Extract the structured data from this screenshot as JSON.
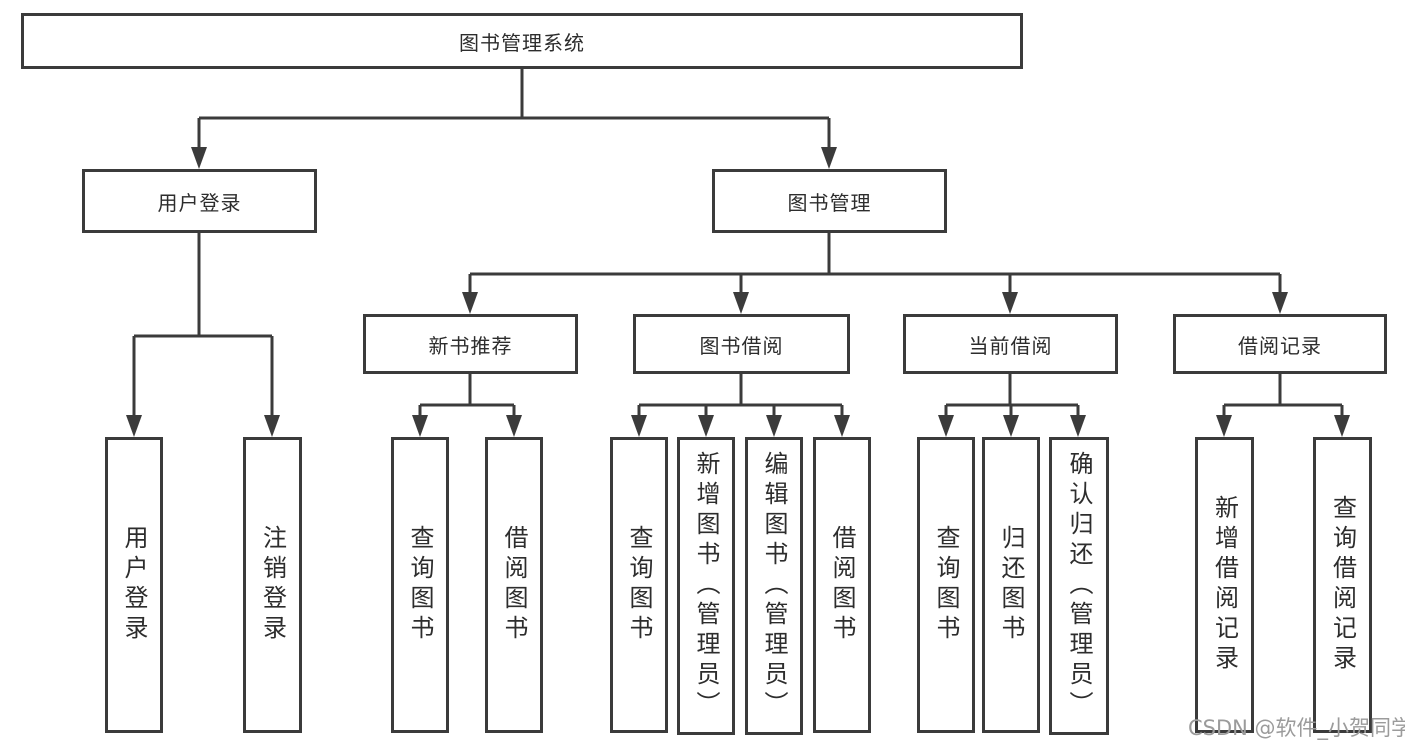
{
  "tree": {
    "root": {
      "label": "图书管理系统"
    },
    "branches": [
      {
        "label": "用户登录",
        "children": [
          {
            "label": "用户登录"
          },
          {
            "label": "注销登录"
          }
        ]
      },
      {
        "label": "图书管理",
        "children": [
          {
            "label": "新书推荐",
            "children": [
              {
                "label": "查询图书"
              },
              {
                "label": "借阅图书"
              }
            ]
          },
          {
            "label": "图书借阅",
            "children": [
              {
                "label": "查询图书"
              },
              {
                "label": "新增图书（管理员）"
              },
              {
                "label": "编辑图书（管理员）"
              },
              {
                "label": "借阅图书"
              }
            ]
          },
          {
            "label": "当前借阅",
            "children": [
              {
                "label": "查询图书"
              },
              {
                "label": "归还图书"
              },
              {
                "label": "确认归还（管理员）"
              }
            ]
          },
          {
            "label": "借阅记录",
            "children": [
              {
                "label": "新增借阅记录"
              },
              {
                "label": "查询借阅记录"
              }
            ]
          }
        ]
      }
    ]
  },
  "watermark": {
    "text": "CSDN @软件_小贺同学"
  },
  "colors": {
    "line": "#3b3b3b",
    "text": "#2d2d2d",
    "watermark": "#9b9b9b",
    "background": "#ffffff"
  }
}
